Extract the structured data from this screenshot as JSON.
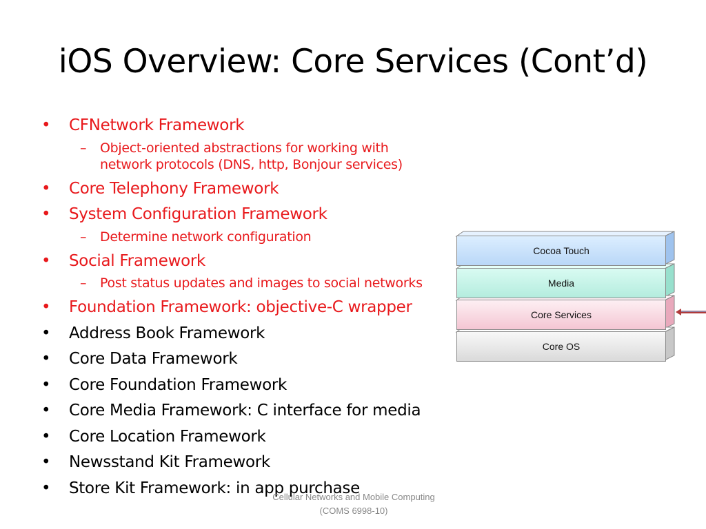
{
  "slide": {
    "title": "iOS Overview: Core Services (Cont’d)",
    "bullet_symbol": "•",
    "dash_symbol": "–",
    "items": [
      {
        "text": "CFNetwork Framework",
        "color": "#e8191c"
      },
      {
        "text": "Object-oriented abstractions for working with",
        "color": "#e8191c"
      },
      {
        "text": "network protocols (DNS, http, Bonjour services)",
        "color": "#e8191c"
      },
      {
        "text": "Core Telephony Framework",
        "color": "#e8191c"
      },
      {
        "text": "System Configuration Framework",
        "color": "#e8191c"
      },
      {
        "text": "Determine network configuration",
        "color": "#e8191c"
      },
      {
        "text": "Social Framework",
        "color": "#e8191c"
      },
      {
        "text": "Post status updates and images to social networks",
        "color": "#e8191c"
      },
      {
        "text": "Foundation Framework: objective-C wrapper",
        "color": "#e8191c"
      },
      {
        "text": "Address Book Framework",
        "color": "#000000"
      },
      {
        "text": "Core Data Framework",
        "color": "#000000"
      },
      {
        "text": "Core Foundation Framework",
        "color": "#000000"
      },
      {
        "text": "Core Media Framework: C interface for media",
        "color": "#000000"
      },
      {
        "text": "Core Location Framework",
        "color": "#000000"
      },
      {
        "text": "Newsstand Kit Framework",
        "color": "#000000"
      },
      {
        "text": "Store Kit Framework: in app purchase",
        "color": "#000000"
      }
    ]
  },
  "diagram": {
    "layers": [
      "Cocoa Touch",
      "Media",
      "Core Services",
      "Core OS"
    ],
    "highlighted_layer": "Core Services",
    "pointer_icon": "left-arrow-icon"
  },
  "footer": {
    "line1": "Cellular Networks and Mobile Computing",
    "line2": "(COMS 6998-10)"
  }
}
